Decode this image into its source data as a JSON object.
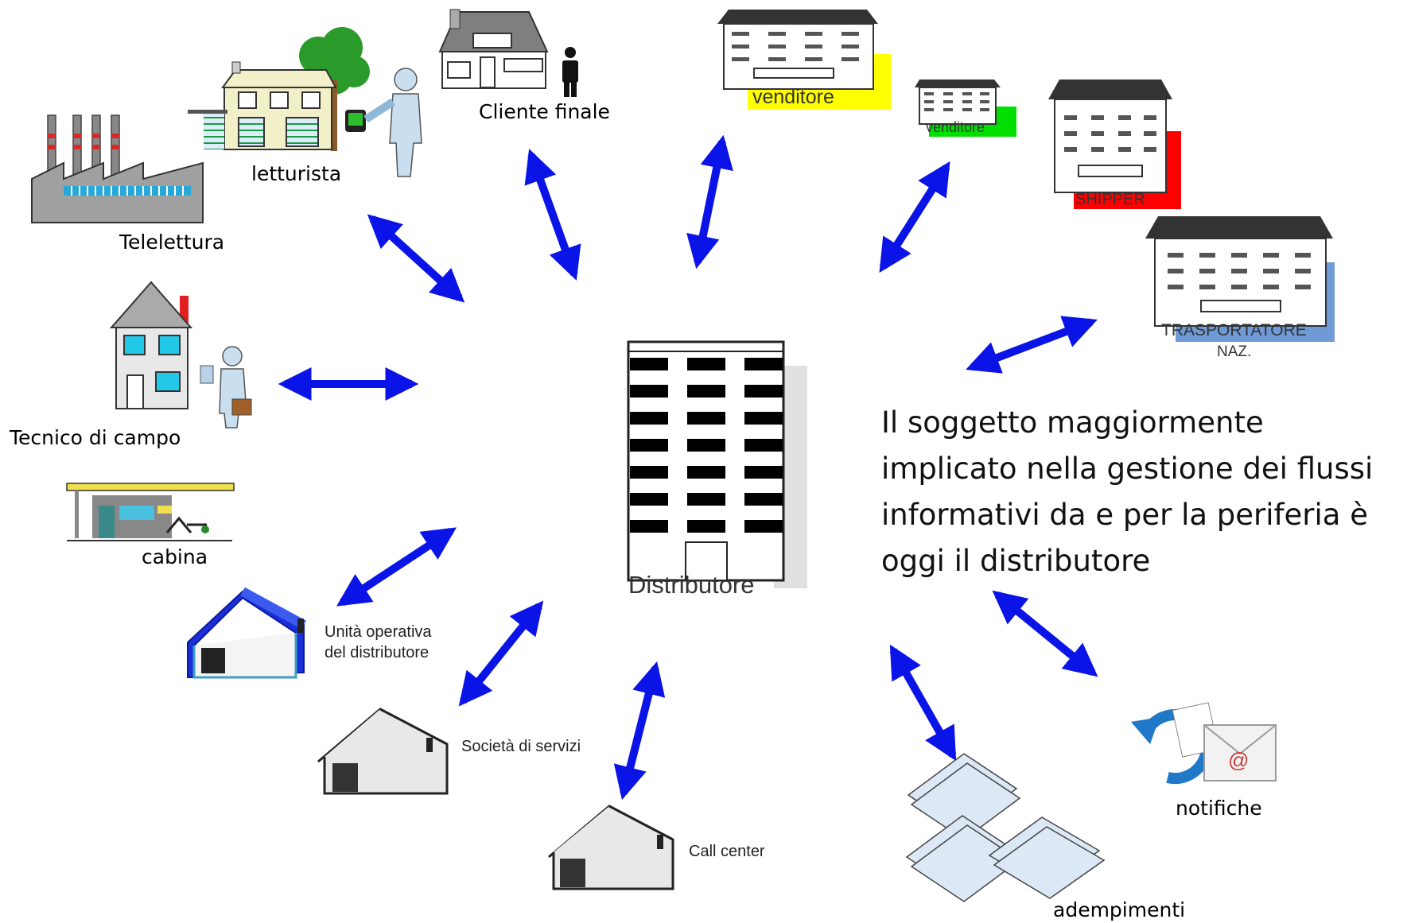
{
  "center": {
    "label": "Distributore"
  },
  "actors": {
    "telelettura": "Telelettura",
    "letturista": "letturista",
    "cliente_finale": "Cliente finale",
    "venditore_1": "venditore",
    "venditore_2": "venditore",
    "shipper": "SHIPPER",
    "trasportatore_line1": "TRASPORTATORE",
    "trasportatore_line2": "NAZ.",
    "tecnico_di_campo": "Tecnico di campo",
    "cabina": "cabina",
    "unita_operativa_line1": "Unità operativa",
    "unita_operativa_line2": "del distributore",
    "societa_servizi": "Società di servizi",
    "call_center": "Call center",
    "adempimenti": "adempimenti",
    "notifiche": "notifiche"
  },
  "statement": {
    "lines": [
      "Il soggetto maggiormente",
      "implicato nella gestione dei flussi",
      "informativi da e per la periferia è",
      "oggi  il distributore"
    ]
  },
  "colors": {
    "arrow": "#0a14e6",
    "venditore_1_band": "#ffff00",
    "venditore_2_band": "#00e000",
    "shipper_band": "#ff0000",
    "trasportatore_band": "#6f9ad8",
    "unita_roof": "#1a2fd8"
  }
}
